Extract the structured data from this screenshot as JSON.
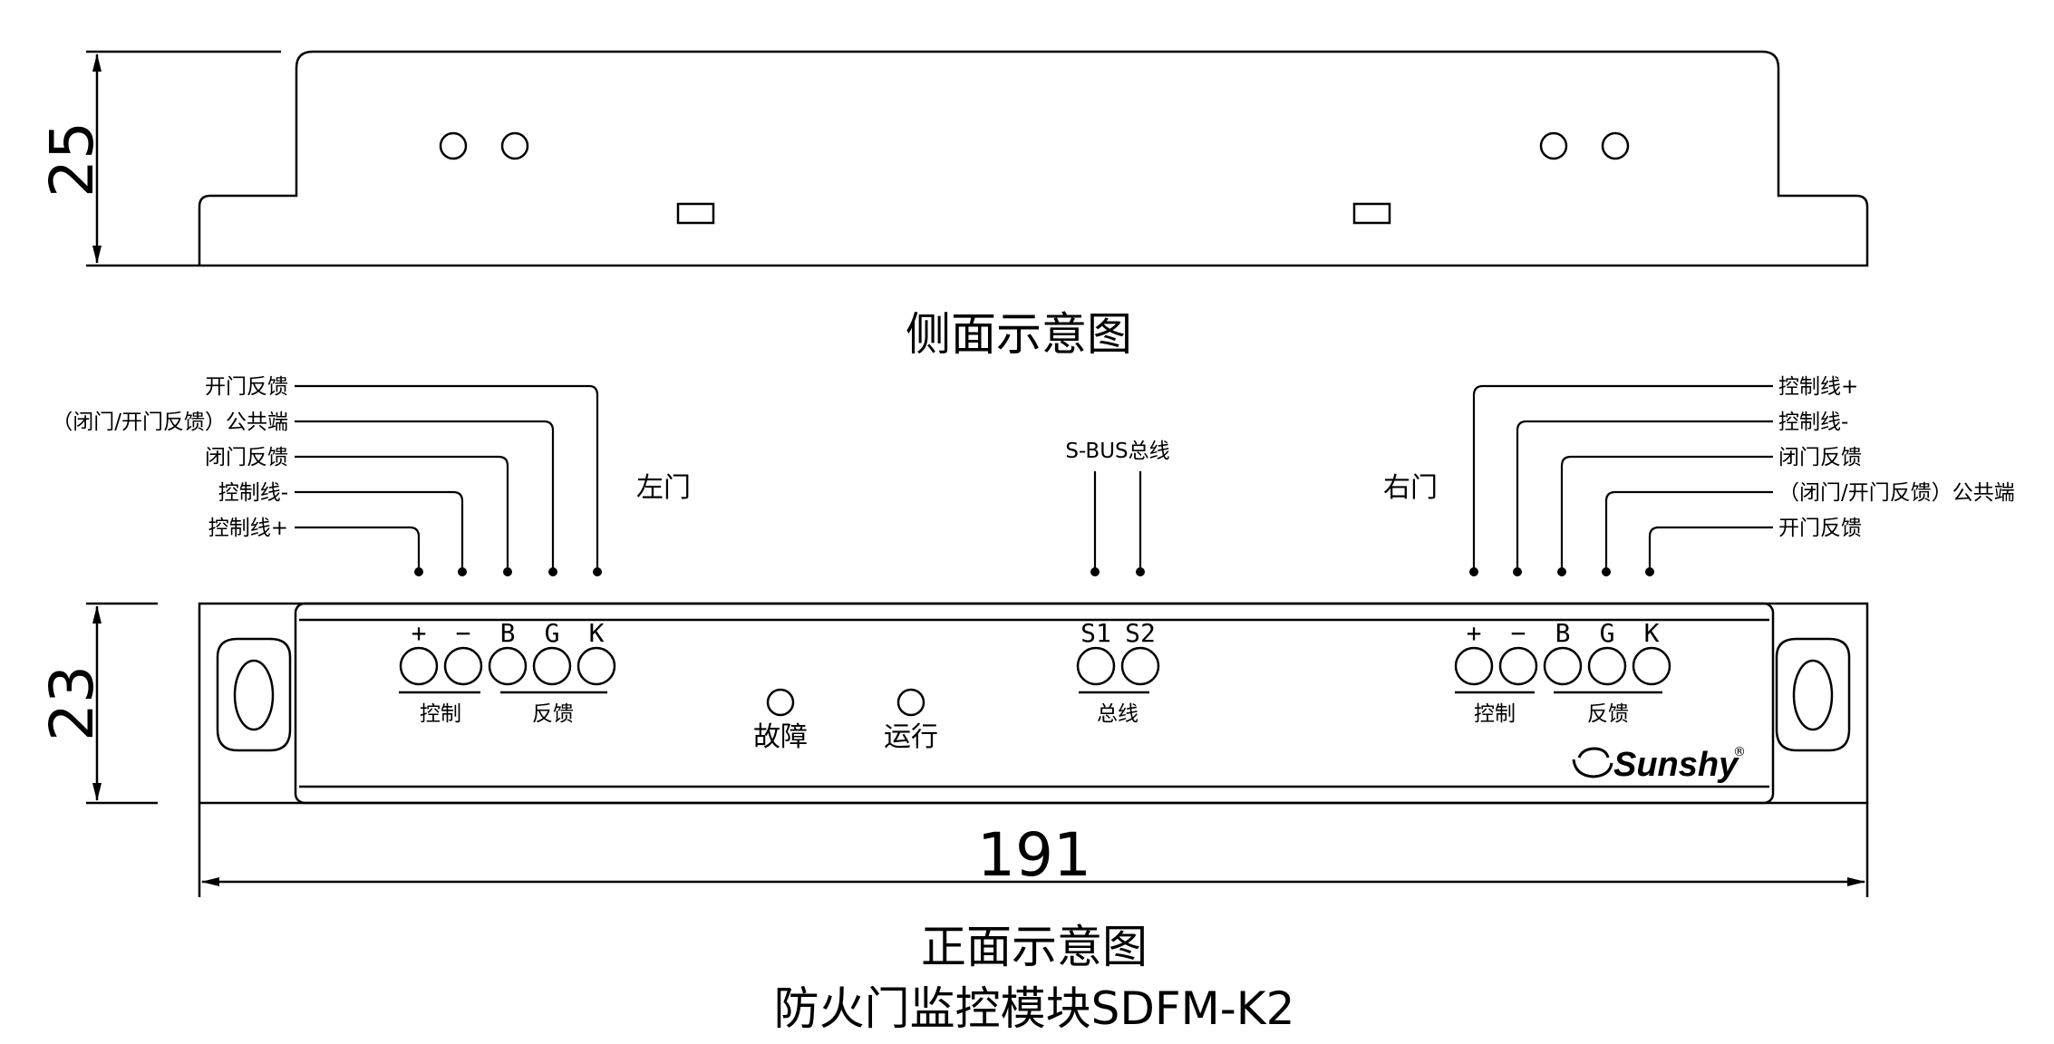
{
  "side_view": {
    "caption": "侧面示意图",
    "height_dim": "25"
  },
  "front_view": {
    "caption": "正面示意图",
    "height_dim": "23",
    "width_dim": "191",
    "left_door": {
      "title": "左门",
      "leads": [
        "开门反馈",
        "（闭门/开门反馈）公共端",
        "闭门反馈",
        "控制线-",
        "控制线+"
      ],
      "terminals": [
        "+",
        "−",
        "B",
        "G",
        "K"
      ],
      "group_control": "控制",
      "group_feedback": "反馈"
    },
    "right_door": {
      "title": "右门",
      "leads": [
        "控制线+",
        "控制线-",
        "闭门反馈",
        "（闭门/开门反馈）公共端",
        "开门反馈"
      ],
      "terminals": [
        "+",
        "−",
        "B",
        "G",
        "K"
      ],
      "group_control": "控制",
      "group_feedback": "反馈"
    },
    "bus": {
      "label": "S-BUS总线",
      "terminals": [
        "S1",
        "S2"
      ],
      "group": "总线"
    },
    "indicators": {
      "fault": "故障",
      "run": "运行"
    },
    "brand": "Sunshy",
    "brand_mark": "®"
  },
  "product_title": "防火门监控模块SDFM-K2"
}
